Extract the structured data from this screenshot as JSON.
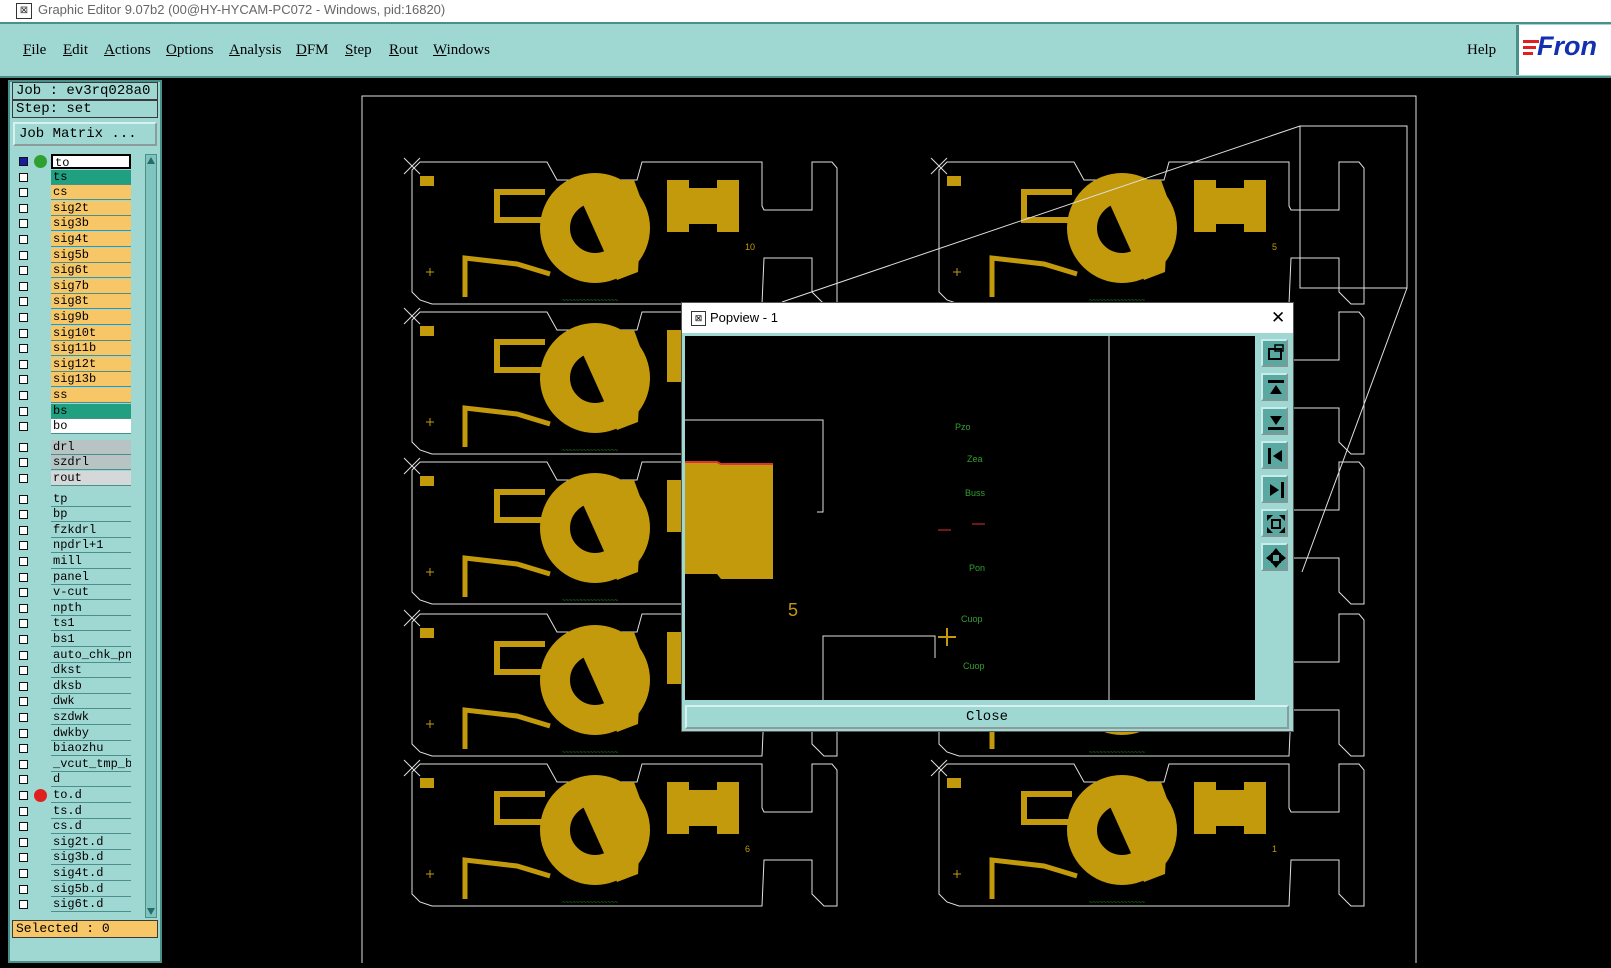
{
  "window": {
    "title": "Graphic Editor 9.07b2 (00@HY-HYCAM-PC072 - Windows, pid:16820)",
    "icon_glyph": "⊠"
  },
  "menu": {
    "items": [
      "File",
      "Edit",
      "Actions",
      "Options",
      "Analysis",
      "DFM",
      "Step",
      "Rout",
      "Windows"
    ],
    "help": "Help",
    "logo_text": "Fron"
  },
  "job": {
    "label": "Job : ev3rq028a0",
    "step": "Step: set",
    "matrix_button": "Job Matrix ..."
  },
  "layers": [
    {
      "name": "to",
      "color": "#ffffff",
      "dot": "#2fa02f",
      "checked": true,
      "selected": true
    },
    {
      "name": "ts",
      "color": "#20a080"
    },
    {
      "name": "cs",
      "color": "#f7c666"
    },
    {
      "name": "sig2t",
      "color": "#f7c666"
    },
    {
      "name": "sig3b",
      "color": "#f7c666"
    },
    {
      "name": "sig4t",
      "color": "#f7c666"
    },
    {
      "name": "sig5b",
      "color": "#f7c666"
    },
    {
      "name": "sig6t",
      "color": "#f7c666"
    },
    {
      "name": "sig7b",
      "color": "#f7c666"
    },
    {
      "name": "sig8t",
      "color": "#f7c666"
    },
    {
      "name": "sig9b",
      "color": "#f7c666"
    },
    {
      "name": "sig10t",
      "color": "#f7c666"
    },
    {
      "name": "sig11b",
      "color": "#f7c666"
    },
    {
      "name": "sig12t",
      "color": "#f7c666"
    },
    {
      "name": "sig13b",
      "color": "#f7c666"
    },
    {
      "name": "ss",
      "color": "#f7c666"
    },
    {
      "name": "bs",
      "color": "#20a080"
    },
    {
      "name": "bo",
      "color": "#ffffff"
    },
    {
      "name": "drl",
      "color": "#b8c4c4",
      "gap": true
    },
    {
      "name": "szdrl",
      "color": "#b8c4c4"
    },
    {
      "name": "rout",
      "color": "#d4d8d8"
    },
    {
      "name": "tp",
      "color": "#9fd8d3",
      "gap": true
    },
    {
      "name": "bp",
      "color": "#9fd8d3"
    },
    {
      "name": "fzkdrl",
      "color": "#9fd8d3"
    },
    {
      "name": "npdrl+1",
      "color": "#9fd8d3"
    },
    {
      "name": "mill",
      "color": "#9fd8d3"
    },
    {
      "name": "panel",
      "color": "#9fd8d3"
    },
    {
      "name": "v-cut",
      "color": "#9fd8d3"
    },
    {
      "name": "npth",
      "color": "#9fd8d3"
    },
    {
      "name": "ts1",
      "color": "#9fd8d3"
    },
    {
      "name": "bs1",
      "color": "#9fd8d3"
    },
    {
      "name": "auto_chk_pni",
      "color": "#9fd8d3"
    },
    {
      "name": "dkst",
      "color": "#9fd8d3"
    },
    {
      "name": "dksb",
      "color": "#9fd8d3"
    },
    {
      "name": "dwk",
      "color": "#9fd8d3"
    },
    {
      "name": "szdwk",
      "color": "#9fd8d3"
    },
    {
      "name": "dwkby",
      "color": "#9fd8d3"
    },
    {
      "name": "biaozhu",
      "color": "#9fd8d3"
    },
    {
      "name": "_vcut_tmp_ba",
      "color": "#9fd8d3"
    },
    {
      "name": "d",
      "color": "#9fd8d3"
    },
    {
      "name": "to.d",
      "color": "#9fd8d3",
      "dot": "#e02020"
    },
    {
      "name": "ts.d",
      "color": "#9fd8d3"
    },
    {
      "name": "cs.d",
      "color": "#9fd8d3"
    },
    {
      "name": "sig2t.d",
      "color": "#9fd8d3"
    },
    {
      "name": "sig3b.d",
      "color": "#9fd8d3"
    },
    {
      "name": "sig4t.d",
      "color": "#9fd8d3"
    },
    {
      "name": "sig5b.d",
      "color": "#9fd8d3"
    },
    {
      "name": "sig6t.d",
      "color": "#9fd8d3"
    }
  ],
  "status": {
    "selected": "Selected : 0"
  },
  "boards": [
    {
      "label": "10"
    },
    {
      "label": "5"
    },
    {
      "label": ""
    },
    {
      "label": ""
    },
    {
      "label": ""
    },
    {
      "label": ""
    },
    {
      "label": ""
    },
    {
      "label": ""
    },
    {
      "label": "6"
    },
    {
      "label": "1"
    }
  ],
  "popview": {
    "title": "Popview - 1",
    "close_glyph": "✕",
    "close_button": "Close",
    "detail_label": "5",
    "tools": [
      "zoom-window-icon",
      "pan-up-icon",
      "pan-down-icon",
      "pan-left-icon",
      "pan-right-icon",
      "zoom-in-icon",
      "zoom-home-icon"
    ]
  },
  "colors": {
    "panel": "#9fd8d3",
    "copper": "#c39a0c",
    "outline": "#e0e0e0",
    "mask_text": "#2fa02f"
  }
}
